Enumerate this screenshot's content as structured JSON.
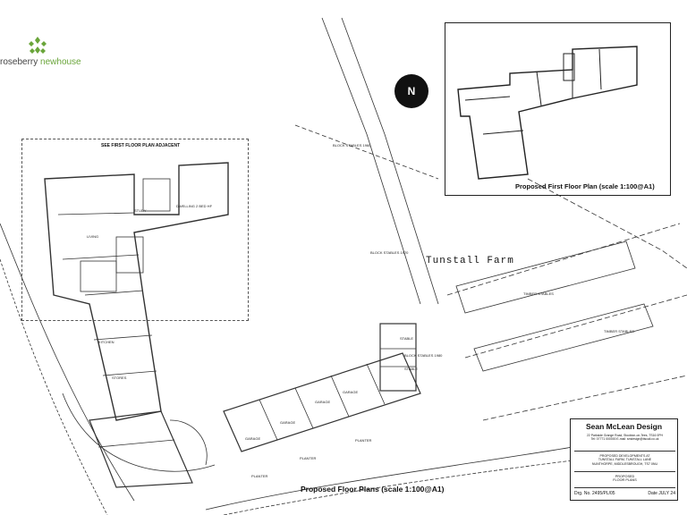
{
  "logo": {
    "brand_a": "roseberry",
    "brand_b": "newhouse",
    "mark_icon": "leaf-cluster-icon",
    "color_a": "#444444",
    "color_b": "#6aa53a"
  },
  "north_arrow": {
    "label": "N",
    "icon": "north-arrow-icon"
  },
  "inset": {
    "title": "Proposed First Floor Plan (scale 1:100@A1)"
  },
  "first_floor_reference": {
    "label": "SEE FIRST FLOOR PLAN ADJACENT"
  },
  "site": {
    "name": "Tunstall Farm"
  },
  "building_labels": {
    "block_stables_1": "BLOCK STABLES 1960",
    "block_stables_2": "BLOCK STABLES 1970",
    "block_stables_3": "BLOCK STABLES 1980",
    "timber_stables_1": "TIMBER STABLES",
    "timber_stables_2": "TIMBER STABLES",
    "stable_1": "STABLE",
    "stable_2": "STABLE",
    "garage_1": "GARAGE",
    "garage_2": "GARAGE",
    "garage_3": "GARAGE",
    "garage_4": "GARAGE",
    "planter_1": "PLANTER",
    "planter_2": "PLANTER",
    "planter_3": "PLANTER",
    "dwelling": "DWELLING 2 BED HF",
    "living": "LIVING",
    "study": "STUDY",
    "kitchen": "KITCHEN",
    "stores": "STORES"
  },
  "main": {
    "title": "Proposed Floor Plans (scale 1:100@A1)"
  },
  "title_block": {
    "firm": "Sean McLean Design",
    "address_line1": "22 Parkside Grange Road, Stockton-on-Tees, TS16 0PH",
    "address_line2": "Tel: 07771 000000   E-mail: smdesign@tiscali.co.uk",
    "project_line1": "PROPOSED DEVELOPMENTS AT",
    "project_line2": "TUNSTALL FARM, TUNSTALL LANE",
    "project_line3": "NUNTHORPE, MIDDLESBROUGH, TS7 0NU",
    "drawing_title_line1": "PROPOSED",
    "drawing_title_line2": "FLOOR PLANS",
    "drawing_no": "Drg. No. 2495/PL/05",
    "date": "Date JULY 24"
  }
}
